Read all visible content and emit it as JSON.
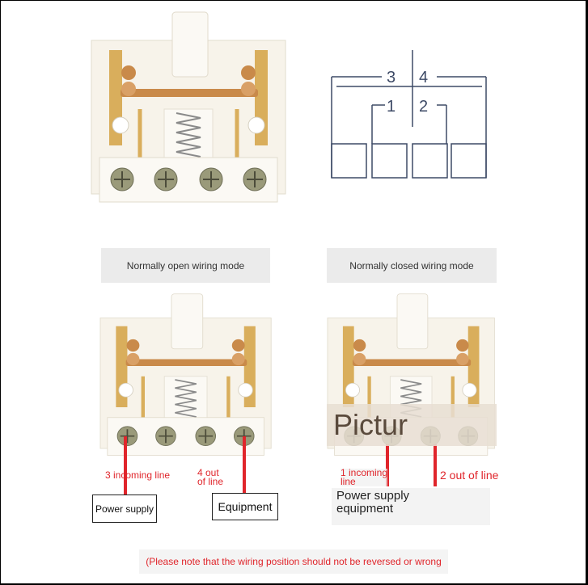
{
  "schematic": {
    "top_left_number": "3",
    "top_right_number": "4",
    "inner_left_number": "1",
    "inner_right_number": "2"
  },
  "labels": {
    "normally_open": "Normally open wiring mode",
    "normally_closed": "Normally closed wiring mode"
  },
  "open_mode": {
    "incoming_line": "3 incoming line",
    "out_line_1": "4 out",
    "out_line_2": "of line",
    "power_supply": "Power supply",
    "equipment": "Equipment"
  },
  "closed_mode": {
    "overlay_text": "Pictur",
    "incoming_line_1": "1 incoming",
    "incoming_line_2": "line",
    "out_line": "2 out of line",
    "power_supply_equipment_1": "Power supply",
    "power_supply_equipment_2": "equipment"
  },
  "footer": {
    "note": "(Please note that the wiring position should not be reversed or wrong"
  },
  "colors": {
    "wire_red": "#e0252b",
    "schematic_line": "#3d4a66",
    "housing": "#f7f3ea",
    "copper": "#c98a4a",
    "brass": "#d9ae5c"
  }
}
